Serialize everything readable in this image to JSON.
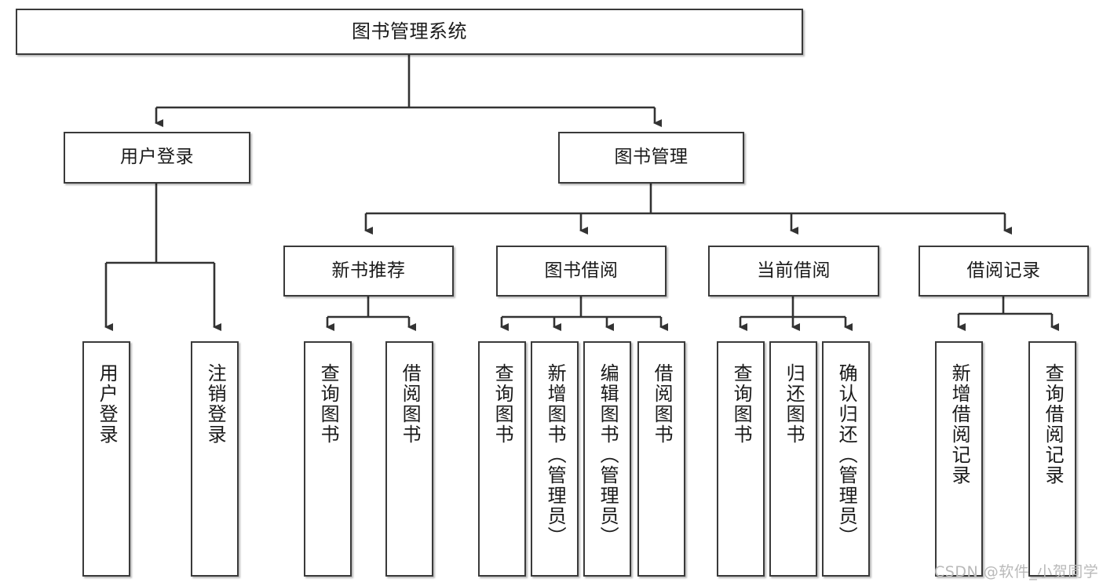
{
  "diagram": {
    "title": "图书管理系统",
    "type": "hierarchy-tree",
    "watermark": "CSDN @软件_小贺同学",
    "colors": {
      "box_border": "#3a3a3a",
      "box_fill": "#ffffff",
      "connector": "#333333",
      "text": "#1a1a1a",
      "watermark": "#b9b9b9"
    },
    "nodes": {
      "root": {
        "label": "图书管理系统"
      },
      "level2": [
        {
          "id": "user-login",
          "label": "用户登录"
        },
        {
          "id": "book-management",
          "label": "图书管理"
        }
      ],
      "level3": [
        {
          "id": "new-book-recommend",
          "label": "新书推荐"
        },
        {
          "id": "book-borrow",
          "label": "图书借阅"
        },
        {
          "id": "current-borrow",
          "label": "当前借阅"
        },
        {
          "id": "borrow-record",
          "label": "借阅记录"
        }
      ],
      "leaves": {
        "user_login": [
          {
            "id": "leaf-user-login",
            "label": "用户登录"
          },
          {
            "id": "leaf-logout-login",
            "label": "注销登录"
          }
        ],
        "new_book_recommend": [
          {
            "id": "leaf-query-book-1",
            "label": "查询图书"
          },
          {
            "id": "leaf-borrow-book-1",
            "label": "借阅图书"
          }
        ],
        "book_borrow": [
          {
            "id": "leaf-query-book-2",
            "label": "查询图书"
          },
          {
            "id": "leaf-add-book-admin",
            "label": "新增图书（管理员）"
          },
          {
            "id": "leaf-edit-book-admin",
            "label": "编辑图书（管理员）"
          },
          {
            "id": "leaf-borrow-book-2",
            "label": "借阅图书"
          }
        ],
        "current_borrow": [
          {
            "id": "leaf-query-book-3",
            "label": "查询图书"
          },
          {
            "id": "leaf-return-book",
            "label": "归还图书"
          },
          {
            "id": "leaf-confirm-return-admin",
            "label": "确认归还（管理员）"
          }
        ],
        "borrow_record": [
          {
            "id": "leaf-add-borrow-record",
            "label": "新增借阅记录"
          },
          {
            "id": "leaf-query-borrow-record",
            "label": "查询借阅记录"
          }
        ]
      }
    }
  }
}
